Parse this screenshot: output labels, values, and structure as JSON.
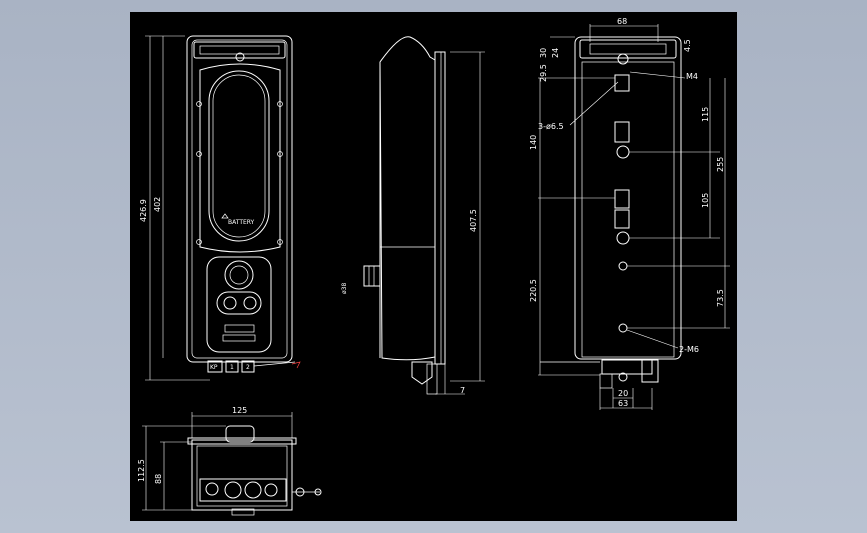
{
  "colors": {
    "background": "#b3bccb",
    "canvas": "#000000",
    "line": "#ffffff",
    "accent": "#ff4444"
  },
  "front_view": {
    "brand_label": "BATTERY",
    "dim_height_total": "426.9",
    "dim_height_body": "402",
    "terminal_labels": [
      "KP",
      "1",
      "2"
    ]
  },
  "side_view": {
    "dim_height": "407.5",
    "dim_cable": "ø38",
    "dim_foot": "7"
  },
  "rear_view": {
    "dim_top_width": "68",
    "dim_30": "30",
    "dim_24": "24",
    "dim_4_5": "4.5",
    "dim_29_5": "29.5",
    "dim_M4": "M4",
    "dim_holes": "3-ø6.5",
    "dim_115": "115",
    "dim_140": "140",
    "dim_255": "255",
    "dim_105": "105",
    "dim_220_5": "220.5",
    "dim_73_5": "73.5",
    "dim_M6": "2-M6",
    "dim_20": "20",
    "dim_63": "63"
  },
  "bottom_view": {
    "dim_width": "125",
    "dim_112_5": "112.5",
    "dim_88": "88"
  }
}
